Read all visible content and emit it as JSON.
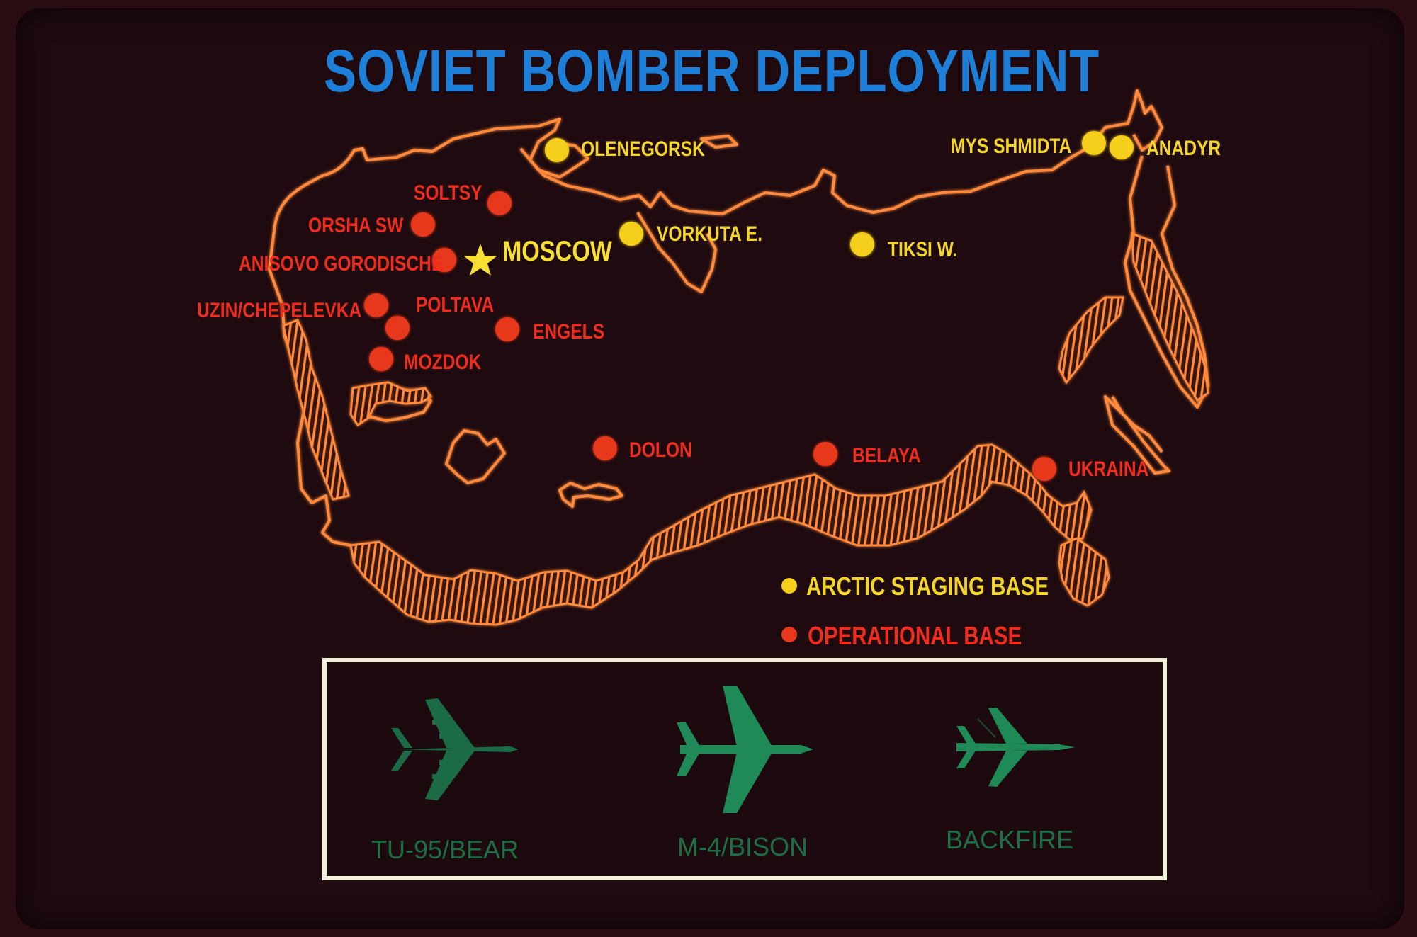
{
  "title": "SOVIET BOMBER DEPLOYMENT",
  "colors": {
    "title": "#1e7fd8",
    "coastline": "#ff8a3c",
    "arctic_staging": "#f5cf1c",
    "operational": "#e8391f",
    "aircraft": "#1f8a57",
    "frame": "#f3f1dc"
  },
  "capital": {
    "label": "MOSCOW",
    "icon": "star-icon"
  },
  "arctic_bases": [
    "OLENEGORSK",
    "VORKUTA E.",
    "TIKSI W.",
    "MYS SHMIDTA",
    "ANADYR"
  ],
  "operational_bases": [
    "SOLTSY",
    "ORSHA SW",
    "ANISOVO GORODISCHE",
    "UZIN/CHEPELEVKA",
    "POLTAVA",
    "ENGELS",
    "MOZDOK",
    "DOLON",
    "BELAYA",
    "UKRAINA"
  ],
  "legend": {
    "arctic": "ARCTIC STAGING BASE",
    "operational": "OPERATIONAL BASE"
  },
  "aircraft": [
    {
      "label": "TU-95/BEAR",
      "icon": "bear-bomber-icon"
    },
    {
      "label": "M-4/BISON",
      "icon": "bison-bomber-icon"
    },
    {
      "label": "BACKFIRE",
      "icon": "backfire-bomber-icon"
    }
  ]
}
